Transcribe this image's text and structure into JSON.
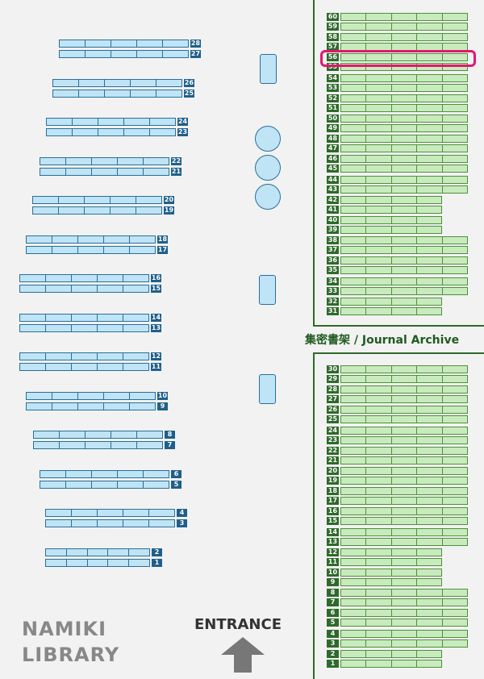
{
  "library": {
    "name_line1": "NAMIKI",
    "name_line2": "LIBRARY"
  },
  "entrance": {
    "label": "ENTRANCE"
  },
  "archive": {
    "title": "集密書架 / Journal Archive"
  },
  "highlighted_shelf": "56",
  "general_shelves": [
    "1",
    "2",
    "3",
    "4",
    "5",
    "6",
    "7",
    "8",
    "9",
    "10",
    "11",
    "12",
    "13",
    "14",
    "15",
    "16",
    "17",
    "18",
    "19",
    "20",
    "21",
    "22",
    "23",
    "24",
    "25",
    "26",
    "27",
    "28"
  ],
  "journal_shelves_top": [
    "31",
    "32",
    "33",
    "34",
    "35",
    "36",
    "37",
    "38",
    "39",
    "40",
    "41",
    "42",
    "43",
    "44",
    "45",
    "46",
    "47",
    "48",
    "49",
    "50",
    "51",
    "52",
    "53",
    "54",
    "55",
    "56",
    "57",
    "58",
    "59",
    "60"
  ],
  "journal_shelves_bottom": [
    "1",
    "2",
    "3",
    "4",
    "5",
    "6",
    "7",
    "8",
    "9",
    "10",
    "11",
    "12",
    "13",
    "14",
    "15",
    "16",
    "17",
    "18",
    "19",
    "20",
    "21",
    "22",
    "23",
    "24",
    "25",
    "26",
    "27",
    "28",
    "29",
    "30"
  ],
  "colors": {
    "general_shelf": "#bfe4f6",
    "general_label": "#1f5f8b",
    "journal_shelf": "#c8ebbd",
    "journal_label": "#2e6a2a",
    "highlight": "#e0186e"
  }
}
